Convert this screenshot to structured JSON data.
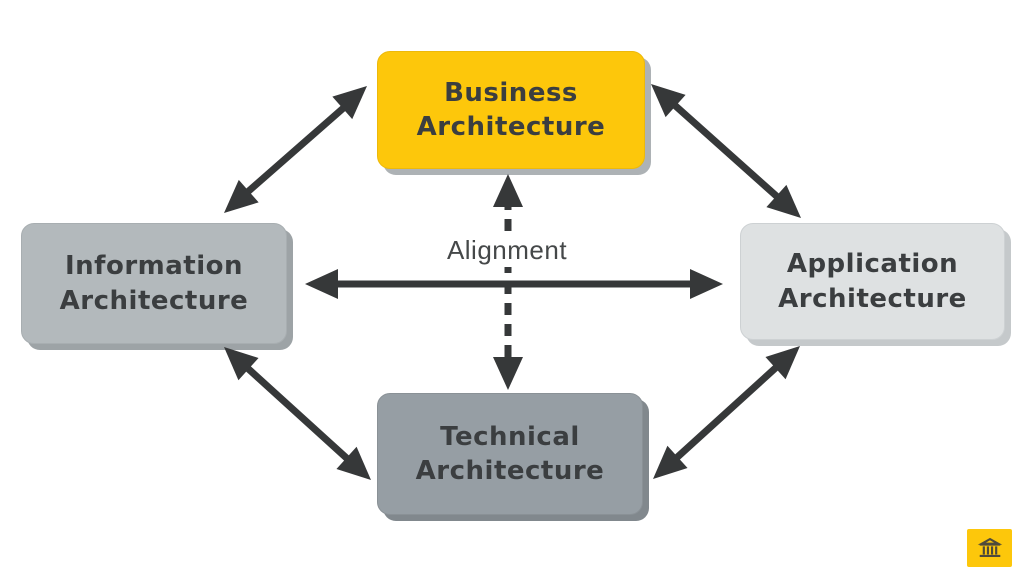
{
  "diagram": {
    "nodes": {
      "business": {
        "label": "Business\nArchitecture"
      },
      "information": {
        "label": "Information\nArchitecture"
      },
      "application": {
        "label": "Application\nArchitecture"
      },
      "technical": {
        "label": "Technical\nArchitecture"
      }
    },
    "center_label": "Alignment",
    "connections": [
      "business-information",
      "business-application",
      "information-technical",
      "technical-application",
      "information-application",
      "business-technical-alignment"
    ]
  },
  "colors": {
    "background": "#ffffff",
    "business_bg": "#FDC70B",
    "business_shadow": "#ADB2B5",
    "business_border": "#EDB90A",
    "information_bg": "#B3B9BC",
    "information_shadow": "#9DA3A6",
    "information_border": "#A8AEB1",
    "application_bg": "#DEE1E2",
    "application_shadow": "#C5C9CB",
    "application_border": "#CDD1D3",
    "technical_bg": "#969EA4",
    "technical_shadow": "#81888D",
    "technical_border": "#8A9196",
    "node_text": "#3B3E40",
    "arrow": "#363839",
    "alignment_text": "#454849",
    "badge_bg": "#FDC70B",
    "badge_icon": "#4E4A3B"
  },
  "badge": {
    "icon": "bank-building-icon"
  }
}
